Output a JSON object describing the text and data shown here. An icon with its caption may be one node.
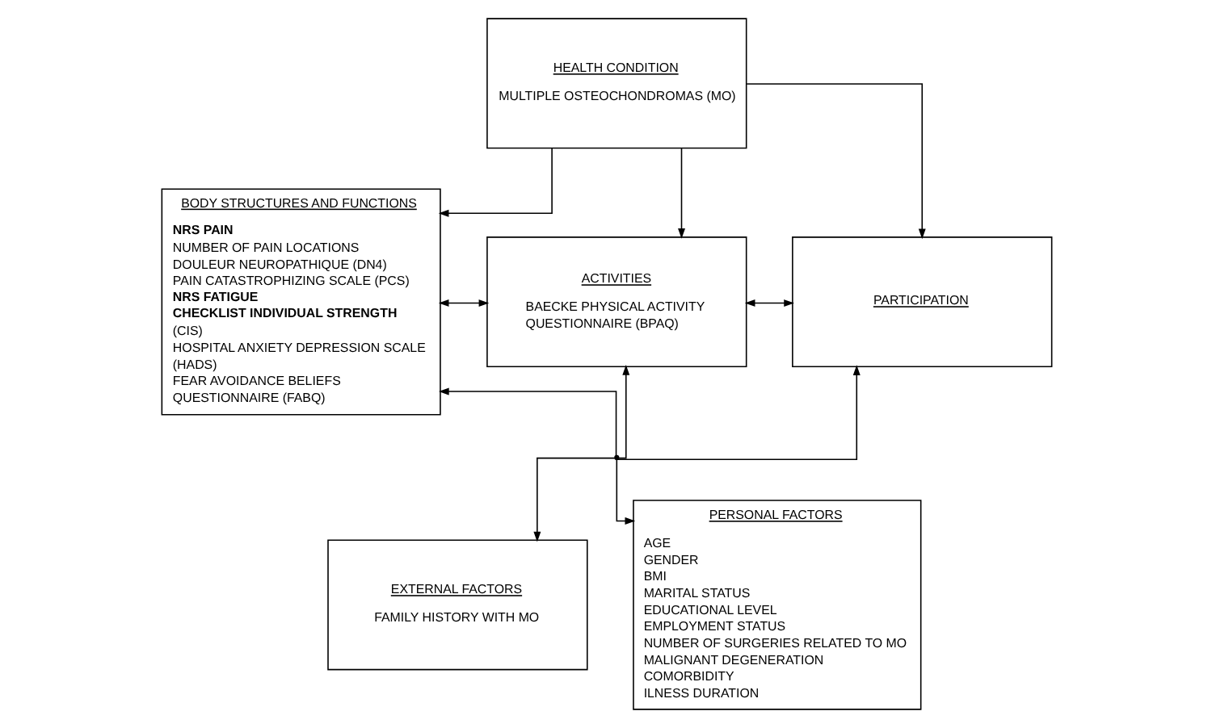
{
  "diagram": {
    "nodes": [
      {
        "text": [
          "HEALTH CONDITION",
          "MULTIPLE OSTEOCHONDROMAS (MO)"
        ]
      },
      {
        "text": [
          "BODY STRUCTURES AND FUNCTIONS",
          "**NRS PAIN**",
          "NUMBER OF PAIN LOCATIONS",
          "DOULEUR NEUROPATHIQUE (DN4)",
          "PAIN CATASTROPHIZING SCALE (PCS)",
          "**NRS FATIGUE**",
          "**CHECKLIST INDIVIDUAL STRENGTH (CIS)**",
          "HOSPITAL ANXIETY DEPRESSION SCALE (HADS)",
          "FEAR AVOIDANCE BELIEFS QUESTIONNAIRE (FABQ)"
        ]
      },
      {
        "text": [
          "ACTIVITIES",
          "BAECKE PHYSICAL ACTIVITY QUESTIONNAIRE (BPAQ)"
        ]
      },
      {
        "text": [
          "PARTICIPATION"
        ]
      },
      {
        "text": [
          "EXTERNAL FACTORS",
          "FAMILY HISTORY WITH MO"
        ]
      },
      {
        "text": [
          "PERSONAL FACTORS",
          "AGE",
          "GENDER",
          "BMI",
          "MARITAL STATUS",
          "EDUCATIONAL LEVEL",
          "EMPLOYMENT STATUS",
          "NUMBER OF SURGERIES RELATED TO MO",
          "MALIGNANT DEGENERATION",
          "COMORBIDITY",
          "ILNESS DURATION"
        ]
      },
      {
        "text": [],
        "shape": "point"
      }
    ],
    "edges": [
      {
        "from": 0,
        "to": 1,
        "arrow": "to"
      },
      {
        "from": 0,
        "to": 2,
        "arrow": "to"
      },
      {
        "from": 0,
        "to": 3,
        "arrow": "to"
      },
      {
        "from": 1,
        "to": 2,
        "arrow": "both"
      },
      {
        "from": 2,
        "to": 3,
        "arrow": "both"
      },
      {
        "from": 6,
        "to": 1,
        "arrow": "to"
      },
      {
        "from": 6,
        "to": 2,
        "arrow": "to"
      },
      {
        "from": 6,
        "to": 3,
        "arrow": "to"
      },
      {
        "from": 6,
        "to": 4,
        "arrow": "to"
      },
      {
        "from": 6,
        "to": 5,
        "arrow": "to"
      }
    ]
  }
}
